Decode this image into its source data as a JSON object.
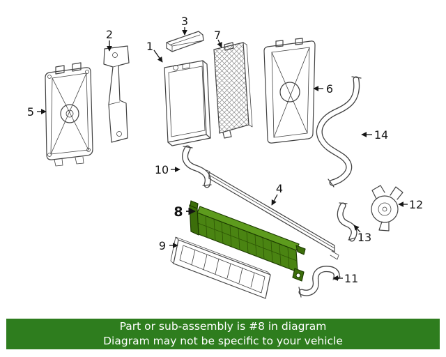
{
  "diagram": {
    "type": "exploded-parts-diagram",
    "line_color": "#424242",
    "highlighted_part": "8",
    "highlight_fill": "#4a8412",
    "highlight_fill_top": "#5d9b1d",
    "highlight_fill_dark": "#3c6e0a",
    "callouts": [
      {
        "label": "1"
      },
      {
        "label": "2"
      },
      {
        "label": "3"
      },
      {
        "label": "4"
      },
      {
        "label": "5"
      },
      {
        "label": "6"
      },
      {
        "label": "7"
      },
      {
        "label": "8",
        "highlighted": true
      },
      {
        "label": "9"
      },
      {
        "label": "10"
      },
      {
        "label": "11"
      },
      {
        "label": "12"
      },
      {
        "label": "13"
      },
      {
        "label": "14"
      }
    ]
  },
  "banner": {
    "background_color": "#2e7d1e",
    "text_color": "#ffffff",
    "line1": "Part or sub-assembly is #8 in diagram",
    "line2": "Diagram may not be specific to your vehicle"
  }
}
